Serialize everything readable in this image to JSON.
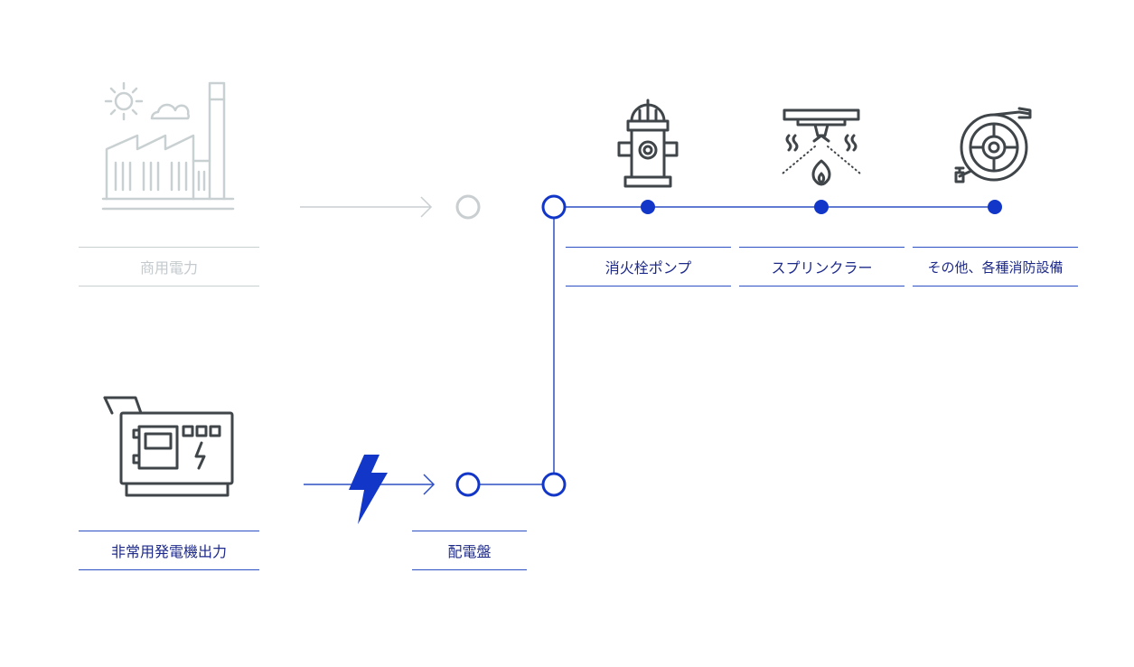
{
  "colors": {
    "primary": "#1237c8",
    "line": "#2d4fc4",
    "muted": "#c9ced1",
    "icon_dark": "#3f4549",
    "label_text": "#1a3aa8"
  },
  "labels": {
    "commercial_power": "商用電力",
    "emergency_generator_output": "非常用発電機出力",
    "distribution_board": "配電盤",
    "hydrant_pump": "消火栓ポンプ",
    "sprinkler": "スプリンクラー",
    "other_equipment": "その他、各種消防設備"
  },
  "icons": {
    "factory": "factory-icon",
    "generator": "generator-icon",
    "lightning": "lightning-bolt-icon",
    "hydrant": "fire-hydrant-icon",
    "sprinkler": "sprinkler-icon",
    "hose_reel": "hose-reel-icon"
  }
}
